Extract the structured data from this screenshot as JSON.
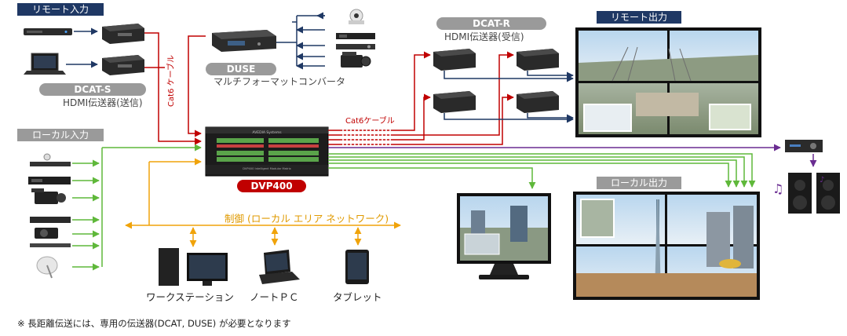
{
  "headers": {
    "remote_input": "リモート入力",
    "local_input": "ローカル入力",
    "remote_output": "リモート出力",
    "local_output": "ローカル出力"
  },
  "devices": {
    "dcat_s": {
      "name": "DCAT-S",
      "desc": "HDMI伝送器(送信)"
    },
    "duse": {
      "name": "DUSE",
      "desc": "マルチフォーマットコンバータ"
    },
    "dcat_r": {
      "name": "DCAT-R",
      "desc": "HDMI伝送器(受信)"
    },
    "dvp400": {
      "name": "DVP400",
      "front_title": "AVEDIA Systems",
      "front_sub": "DVP400 Intelligent Modular Matrix"
    }
  },
  "cables": {
    "cat6_vertical": "Cat6 ケーブル",
    "cat6_horizontal": "Cat6ケーブル"
  },
  "control": {
    "label": "制御 (ローカル エリア ネットワーク)",
    "clients": [
      "ワークステーション",
      "ノートＰＣ",
      "タブレット"
    ]
  },
  "footnote": "※ 長距離伝送には、専用の伝送器(DCAT, DUSE) が必要となります",
  "colors": {
    "navy": "#1f3864",
    "red": "#c00000",
    "green": "#5fb83a",
    "orange": "#f0a30a",
    "purple": "#6a2c91",
    "gray": "#9a9a9a"
  }
}
